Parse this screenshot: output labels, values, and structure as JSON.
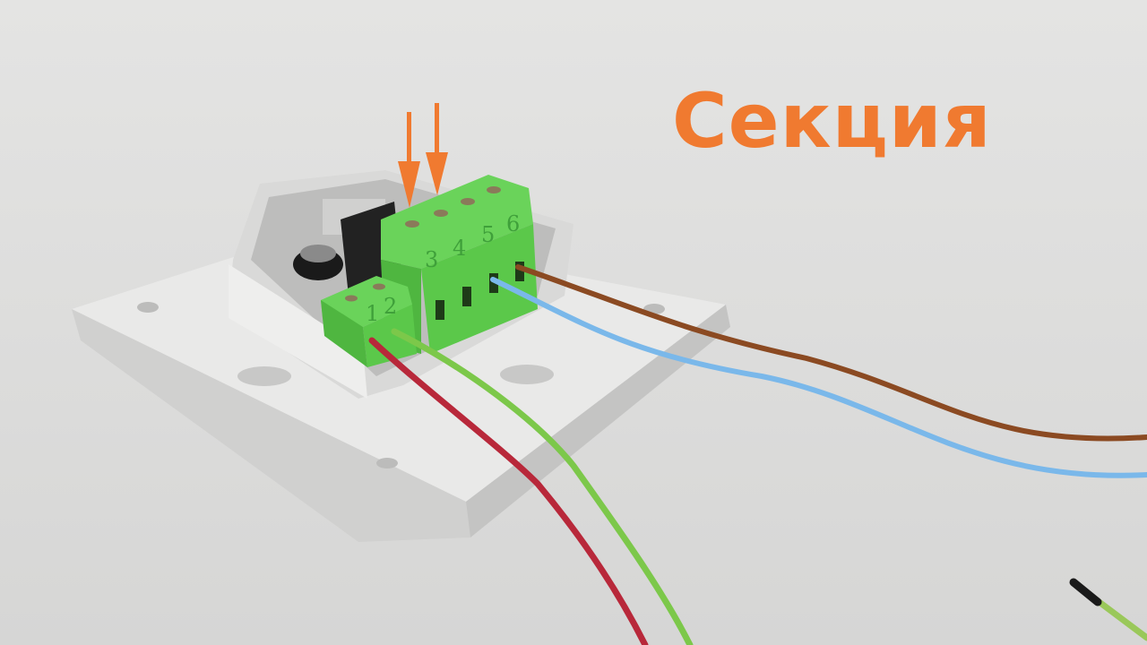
{
  "caption": {
    "title": "Секция"
  },
  "terminals": {
    "t1": "1",
    "t2": "2",
    "t3": "3",
    "t4": "4",
    "t5": "5",
    "t6": "6"
  },
  "colors": {
    "accent": "#f07a30",
    "terminal": "#5bc84a",
    "wire_red": "#b8283a",
    "wire_green": "#7cc84a",
    "wire_blue": "#7ab8ea",
    "wire_brown": "#8b4a22"
  }
}
